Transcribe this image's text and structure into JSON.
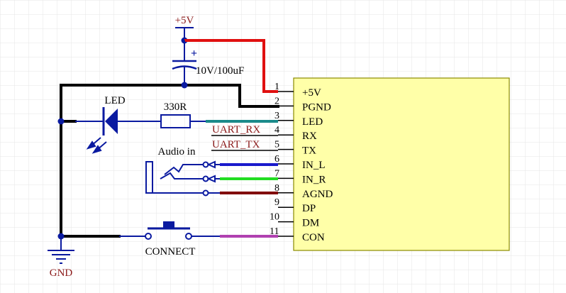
{
  "colors": {
    "background": "#ffffff",
    "grid": "#e6e6e6",
    "wire": "#000000",
    "component": "#0a1aa0",
    "net_label": "#8b1a1a",
    "module_fill": "#ffffa8",
    "module_border": "#8a8a00",
    "red": "#e01010",
    "teal": "#1a8a8a",
    "blue": "#1a1acc",
    "green": "#22dd22",
    "dark_red": "#800000",
    "magenta": "#b040b0"
  },
  "power": {
    "label": "+5V"
  },
  "capacitor": {
    "polarity": "+",
    "value": "10V/100uF"
  },
  "led": {
    "label": "LED"
  },
  "resistor": {
    "value": "330R"
  },
  "audio": {
    "label": "Audio in"
  },
  "button": {
    "label": "CONNECT"
  },
  "ground": {
    "label": "GND"
  },
  "net_labels": {
    "uart_rx": "UART_RX",
    "uart_tx": "UART_TX"
  },
  "module": {
    "pins": [
      {
        "num": "1",
        "name": "+5V"
      },
      {
        "num": "2",
        "name": "PGND"
      },
      {
        "num": "3",
        "name": "LED"
      },
      {
        "num": "4",
        "name": "RX"
      },
      {
        "num": "5",
        "name": "TX"
      },
      {
        "num": "6",
        "name": "IN_L"
      },
      {
        "num": "7",
        "name": "IN_R"
      },
      {
        "num": "8",
        "name": "AGND"
      },
      {
        "num": "9",
        "name": "DP"
      },
      {
        "num": "10",
        "name": "DM"
      },
      {
        "num": "11",
        "name": "CON"
      }
    ]
  }
}
